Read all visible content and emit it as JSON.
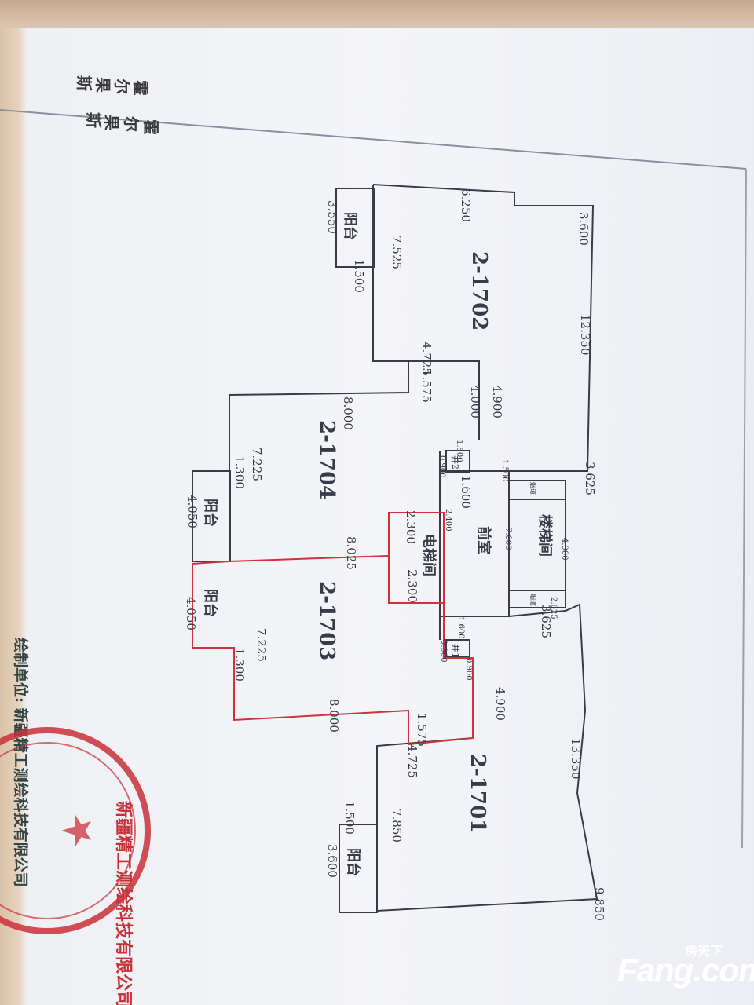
{
  "header": {
    "title_chars": [
      "霍",
      "尔",
      "果",
      "斯",
      "市",
      "不",
      "动",
      "产",
      "登",
      "记",
      "中"
    ]
  },
  "units": {
    "u1702": "2-1702",
    "u1704": "2-1704",
    "u1703": "2-1703",
    "u1701": "2-1701"
  },
  "rooms": {
    "balcony": "阳台",
    "elevator": "电梯间",
    "vestibule": "前室",
    "stairwell": "楼梯间",
    "well1": "井1",
    "well2": "井2",
    "shaft": "烟道"
  },
  "dims": {
    "d3_600_top": "3.600",
    "d6_250": "6.250",
    "d3_550": "3.550",
    "d1_500_a": "1.500",
    "d7_525": "7.525",
    "d12_350": "12.350",
    "d4_725_a": "4.725",
    "d1_575_a": "1.575",
    "d4_900_a": "4.900",
    "d4_000": "4.000",
    "d8_000_a": "8.000",
    "d3_625_a": "3.625",
    "d1_500_b": "1.500",
    "d1_500_c": "1.500",
    "d0_900_a": "0.900",
    "d1_600_a": "1.600",
    "d1_300_a": "1.300",
    "d7_225_a": "7.225",
    "d4_050_a": "4.050",
    "d2_400": "2.400",
    "d2_300_a": "2.300",
    "d7_800": "7.800",
    "d4_900_s": "4.900",
    "d8_025": "8.025",
    "d2_300_b": "2.300",
    "d4_050_b": "4.050",
    "d2_625": "2.625",
    "d3_625_b": "3.625",
    "d1_600_b": "1.600",
    "d0_900_b": "0.900",
    "d0_900_c": "0.900",
    "d1_300_b": "1.300",
    "d7_225_b": "7.225",
    "d4_900_b": "4.900",
    "d8_000_b": "8.000",
    "d1_575_b": "1.575",
    "d4_725_b": "4.725",
    "d13_350": "13.350",
    "d1_500_d": "1.500",
    "d7_850": "7.850",
    "d3_600_bot": "3.600",
    "d9_850": "9.850"
  },
  "footer": {
    "text": "绘制单位: 新疆精工测绘科技有限公司"
  },
  "stamp": {
    "text": "新疆精工测绘科技有限公司"
  },
  "watermark": {
    "top": "房天下",
    "main": "Fang.com"
  },
  "colors": {
    "ink": "#3b3b48",
    "red_line": "#d0323c",
    "stamp": "#c9313a"
  }
}
